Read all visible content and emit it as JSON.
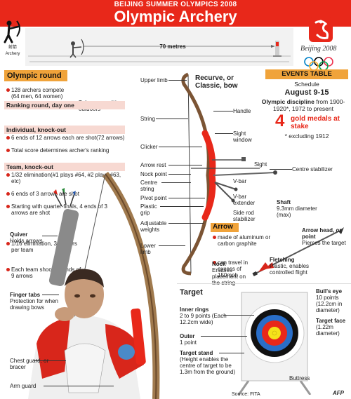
{
  "header": {
    "supertitle": "BEIJING SUMMER OLYMPICS 2008",
    "title": "Olympic Archery",
    "pictogram_caption": "Archery",
    "pictogram_chinese": "射箭",
    "beijing_logo_text": "Beijing 2008"
  },
  "range": {
    "distance": "70 metres"
  },
  "olympic_round": {
    "heading": "Olympic round",
    "intro_bullets": [
      "128 archers compete (64 men, 64 women)",
      "7 day competition, outdoors"
    ],
    "sections": [
      {
        "title": "Ranking round, day one",
        "bullets": [
          "6 ends of 12 arrows each are shot(72 arrows)",
          "Total score determines archer's ranking"
        ]
      },
      {
        "title": "Individual, knock-out",
        "bullets": [
          "1/32 elimination(#1 plays #64, #2 plays #63, etc)",
          "6 ends of 3 arrows are shot",
          "Starting with quarter-finals, 4 ends of 3 arrows are shot"
        ]
      },
      {
        "title": "Team, knock-out",
        "bullets": [
          "1/16 elimination, 3 archers per team",
          "Each team shoots 3 ends of 9 arrows"
        ]
      }
    ]
  },
  "archer_labels": {
    "quiver_title": "Quiver",
    "quiver_desc": "Holds arrows",
    "finger_tabs_title": "Finger tabs",
    "finger_tabs_desc": "Protection for when drawing bows",
    "chest_guard": "Chest guard, or bracer",
    "arm_guard": "Arm guard"
  },
  "bow": {
    "heading": "Recurve, or Classic, bow",
    "left_labels": [
      "Upper limb",
      "String",
      "Clicker",
      "Arrow rest",
      "Nock point",
      "Centre string",
      "Pivot point",
      "Plastic grip",
      "Adjustable weights",
      "Lower limb"
    ],
    "right_labels": [
      "Handle",
      "Sight window",
      "Sight",
      "Centre stabilizer",
      "V-bar",
      "V-bar extender",
      "Side rod stabilizer"
    ]
  },
  "events_table": {
    "heading": "EVENTS TABLE",
    "schedule_label": "Schedule",
    "dates": "August 9-15",
    "discipline_bold": "Olympic discipline",
    "discipline_rest": "from 1900-1920*, 1972 to present",
    "gold_number": "4",
    "gold_text": "gold medals at stake",
    "footnote": "* excluding 1912"
  },
  "arrow": {
    "heading": "Arrow",
    "bullets": [
      "made of aluminum or carbon graphite",
      "can travel in excess of 150mph"
    ],
    "shaft_title": "Shaft",
    "shaft_desc": "9.3mm diameter (max)",
    "head_title": "Arrow head, or point",
    "head_desc": "Pierces the target",
    "nock_title": "Nock",
    "nock_desc": "Enables placement on the string",
    "fletching_title": "Fletching",
    "fletching_desc": "Plastic, enables controlled flight"
  },
  "target": {
    "heading": "Target",
    "inner_title": "Inner rings",
    "inner_desc": "2 to 9 points (Each 12.2cm wide)",
    "outer_title": "Outer",
    "outer_desc": "1 point",
    "stand_title": "Target stand",
    "stand_desc": "(Height enables the centre of target to be 1.3m from the ground)",
    "bullseye_title": "Bull's eye",
    "bullseye_desc": "10 points (12.2cm in diameter)",
    "face_title": "Target face",
    "face_desc": "(1.22m diameter)",
    "buttress": "Buttress"
  },
  "footer": {
    "source": "Source: FITA",
    "agency": "AFP"
  },
  "colors": {
    "red": "#e8281a",
    "orange": "#f0a33a",
    "pink": "#f7d9d2",
    "gold": "#f5e21a"
  }
}
